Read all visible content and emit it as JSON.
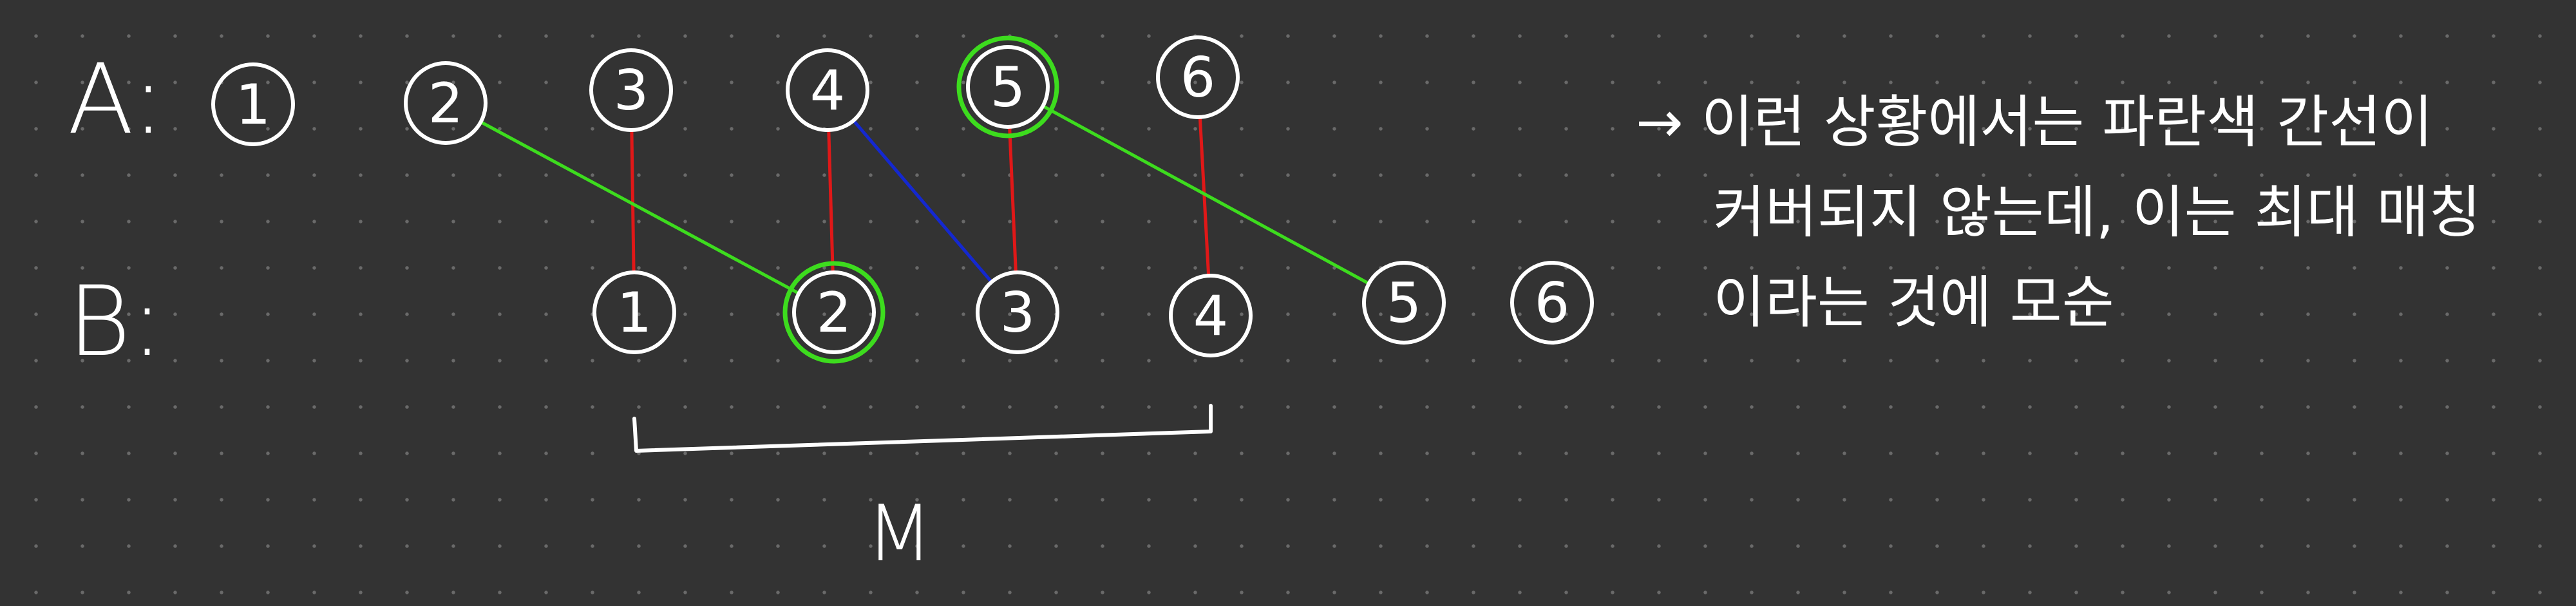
{
  "rows": {
    "a_label": "A:",
    "b_label": "B:",
    "a_nodes": [
      "1",
      "2",
      "3",
      "4",
      "5",
      "6"
    ],
    "b_nodes": [
      "1",
      "2",
      "3",
      "4",
      "5",
      "6"
    ]
  },
  "matching_label": "M",
  "note_lines": [
    "→ 이런 상황에서는 파란색 간선이",
    "커버되지 않는데, 이는 최대 매칭",
    "이라는 것에 모순"
  ],
  "colors": {
    "background": "#333333",
    "ink": "#ffffff",
    "matching_edge": "#e01818",
    "augmenting_edge": "#3ddc1e",
    "uncovered_edge": "#1428d0"
  },
  "edges": [
    {
      "from": "A3",
      "to": "B1",
      "kind": "matching"
    },
    {
      "from": "A4",
      "to": "B2",
      "kind": "matching"
    },
    {
      "from": "A5",
      "to": "B3",
      "kind": "matching"
    },
    {
      "from": "A6",
      "to": "B4",
      "kind": "matching"
    },
    {
      "from": "A4",
      "to": "B3",
      "kind": "uncovered"
    },
    {
      "from": "A2",
      "to": "B2",
      "kind": "augmenting"
    },
    {
      "from": "A5",
      "to": "B5",
      "kind": "augmenting"
    }
  ],
  "highlighted_nodes": [
    "A5",
    "B2"
  ]
}
